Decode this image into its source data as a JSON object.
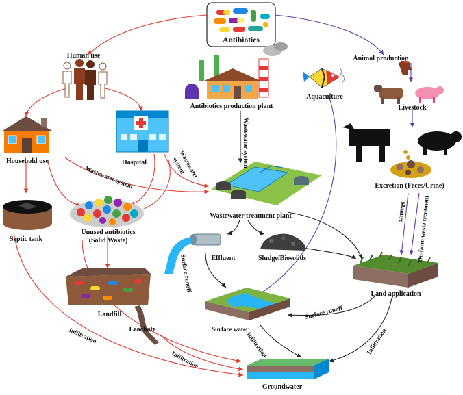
{
  "nodes": {
    "antibiotics": "Antibiotics",
    "human_use": "Human use",
    "animal_production": "Animal production",
    "production_plant": "Antibiotics production plant",
    "aquaculture": "Aquaculture",
    "livestock": "Livestock",
    "household_use": "Household use",
    "hospital": "Hospital",
    "excretion": "Excretion (Feces/Urine)",
    "wwtp": "Wastewater treatment plant",
    "septic_tank": "Septic tank",
    "unused_antibiotics_1": "Unused antibiotics",
    "unused_antibiotics_2": "(Solid Waste)",
    "effluent": "Effluent",
    "sludge": "Sludge/Biosolids",
    "land_application": "Land application",
    "landfill": "Landfill",
    "leachate": "Leachate",
    "surface_water": "Surface water",
    "groundwater": "Groundwater"
  },
  "edge_labels": {
    "wastewater_system_household": "Wastewater system",
    "wastewater_system_plant": "Wastewater system",
    "wastewater_system_hospital_1": "Wastewater",
    "wastewater_system_hospital_2": "system",
    "manure": "Manure",
    "on_farm_treatment": "On-farm waste treatment",
    "surface_runoff_effluent": "Surface runoff",
    "surface_runoff_land": "Surface runoff",
    "infiltration_septic": "Infiltration",
    "infiltration_leachate": "Infiltration",
    "infiltration_surface": "Infiltration",
    "infiltration_land": "Infiltration"
  },
  "colors": {
    "human_flow": "#e0392b",
    "animal_flow": "#5c3ea8",
    "neutral_flow": "#222222"
  }
}
